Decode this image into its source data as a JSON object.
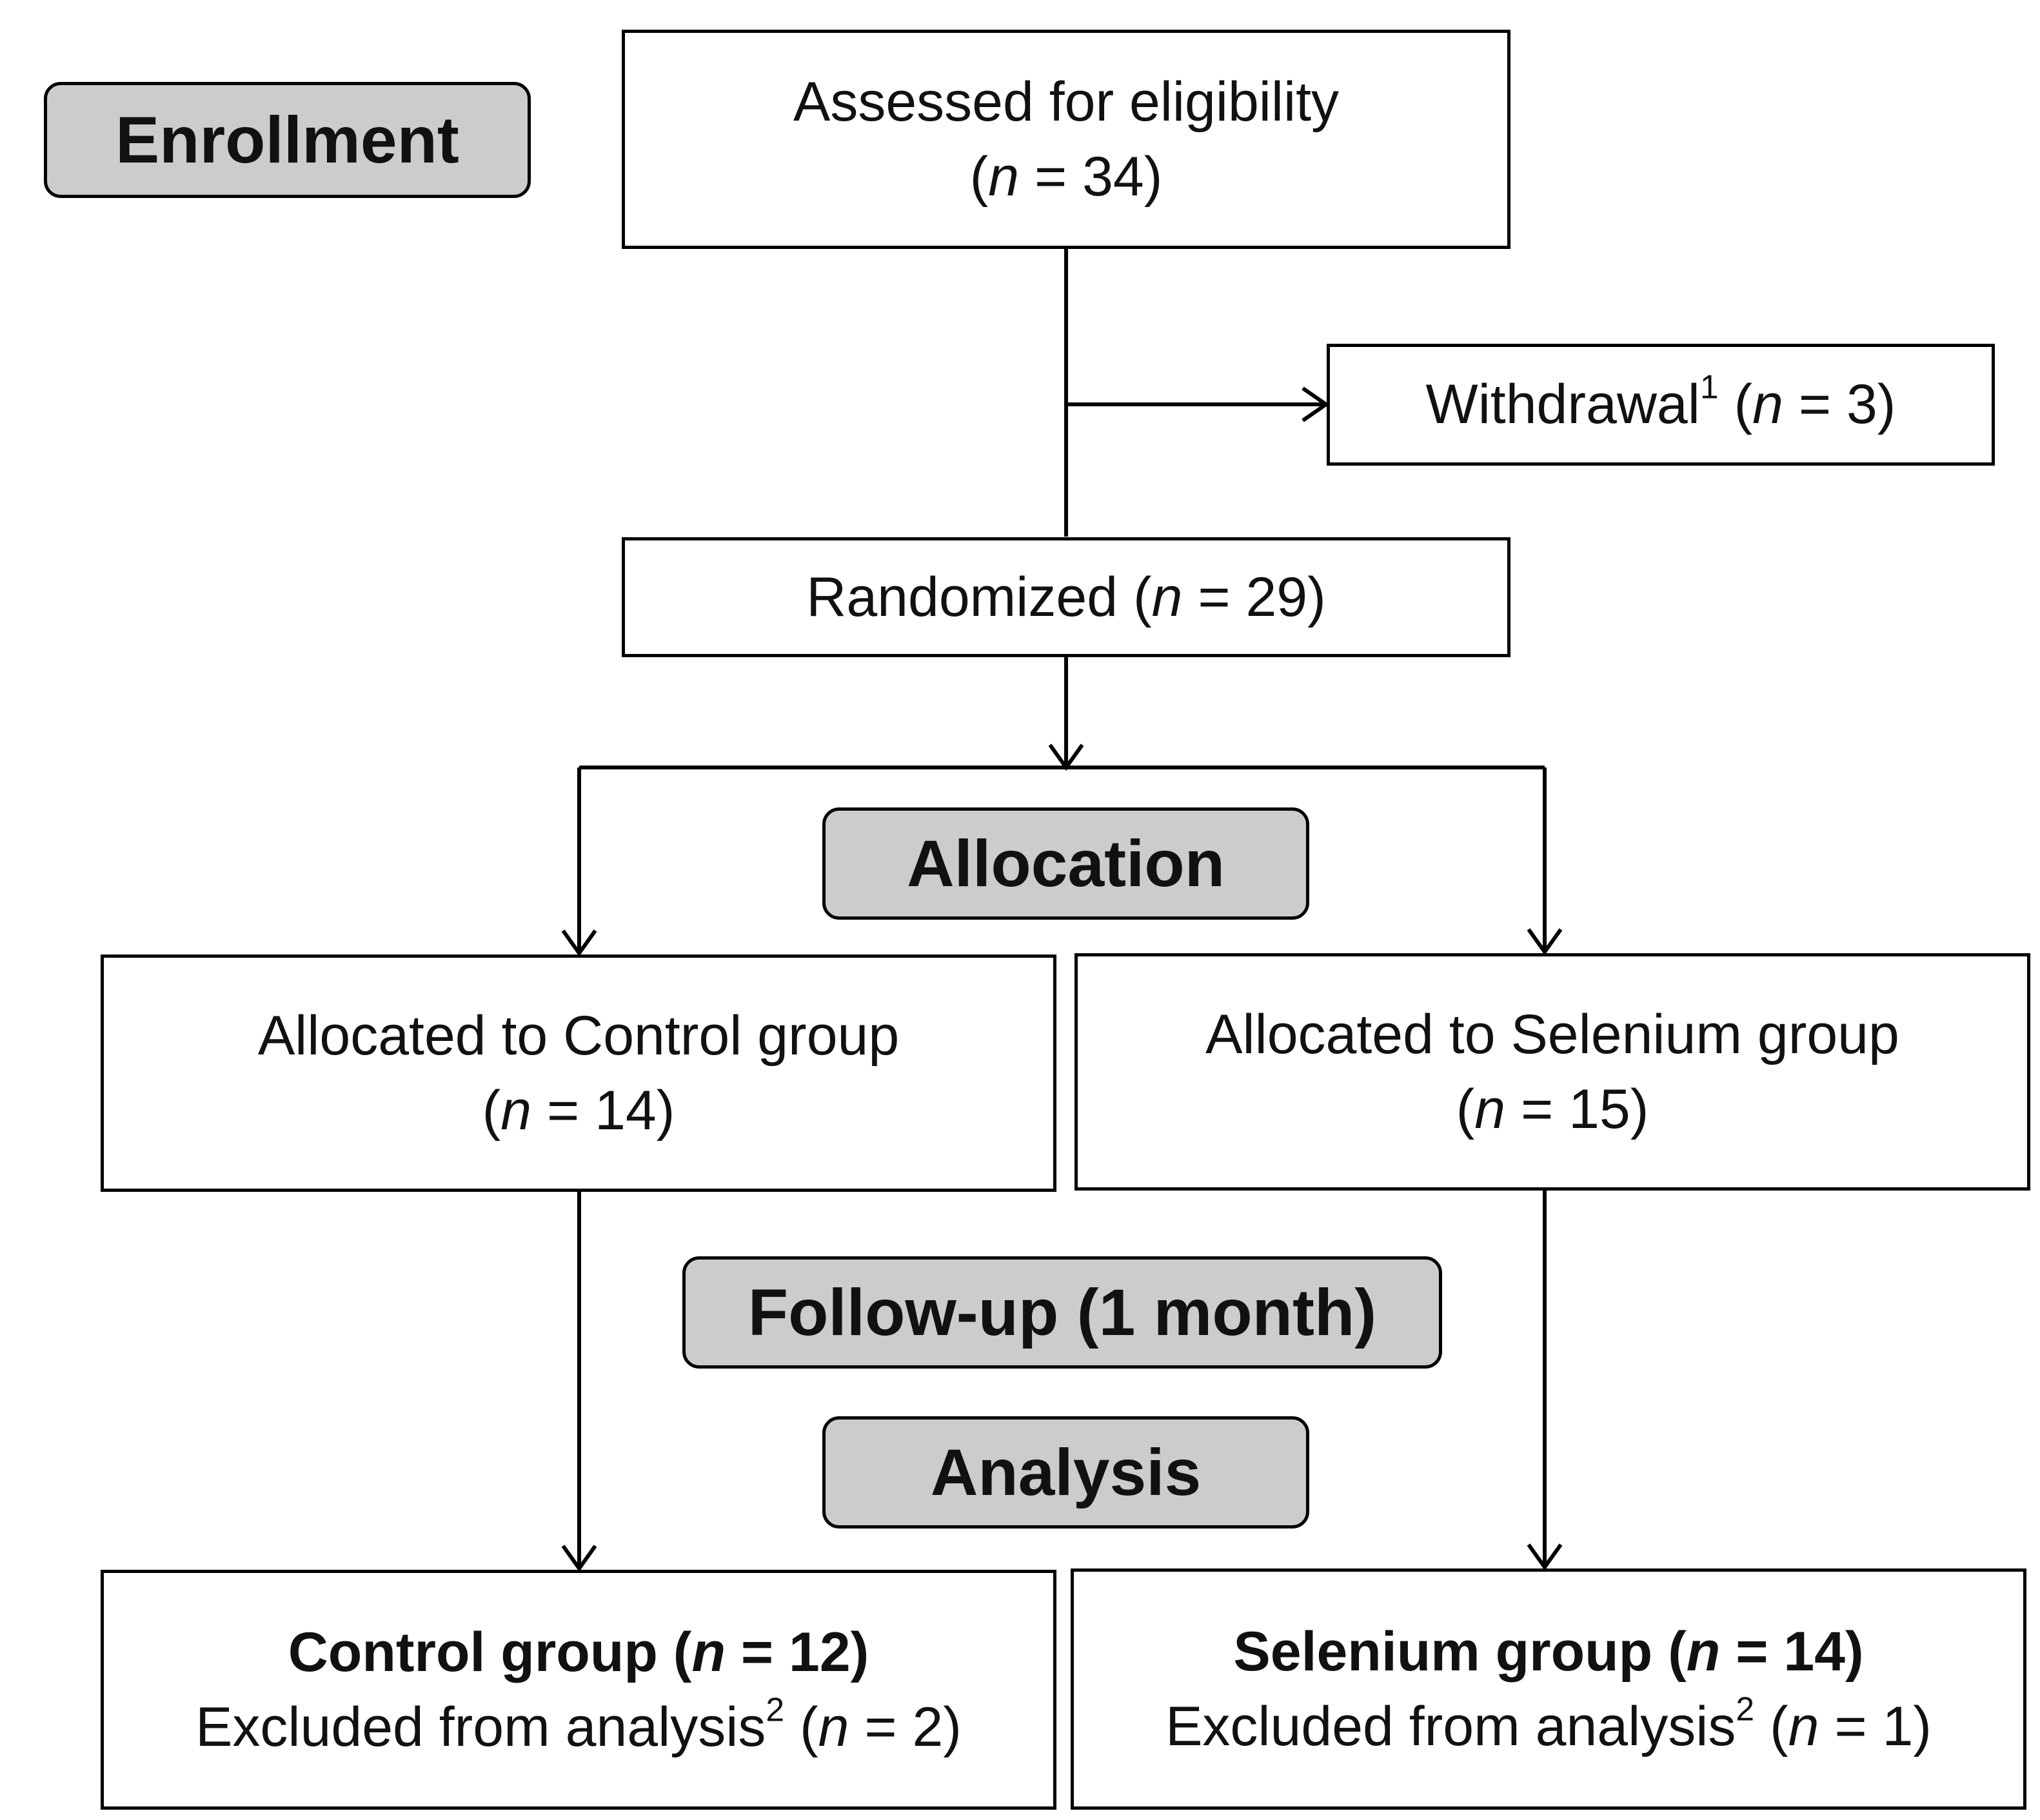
{
  "stages": {
    "enrollment": "Enrollment",
    "allocation": "Allocation",
    "followup": "Follow-up (1 month)",
    "analysis": "Analysis"
  },
  "boxes": {
    "assessed": {
      "label": "Assessed for eligibility",
      "n_open": "(",
      "n_var": "n",
      "n_value": " = 34)"
    },
    "withdrawal": {
      "label": "Withdrawal",
      "sup": "1",
      "n_open": " (",
      "n_var": "n",
      "n_value": " = 3)"
    },
    "randomized": {
      "label": "Randomized",
      "n_open": " (",
      "n_var": "n",
      "n_value": " = 29)"
    },
    "alloc_control": {
      "label": "Allocated to Control group",
      "n_open": "(",
      "n_var": "n",
      "n_value": " = 14)"
    },
    "alloc_selenium": {
      "label": "Allocated to Selenium group",
      "n_open": "(",
      "n_var": "n",
      "n_value": " = 15)"
    },
    "final_control": {
      "title": "Control group",
      "title_n_open": " (",
      "title_n_var": "n",
      "title_n_value": " = 12)",
      "excluded": "Excluded from analysis",
      "excluded_sup": "2",
      "excluded_n_open": " (",
      "excluded_n_var": "n",
      "excluded_n_value": " = 2)"
    },
    "final_selenium": {
      "title": "Selenium group",
      "title_n_open": " (",
      "title_n_var": "n",
      "title_n_value": " = 14)",
      "excluded": "Excluded from analysis",
      "excluded_sup": "2",
      "excluded_n_open": " (",
      "excluded_n_var": "n",
      "excluded_n_value": " = 1)"
    }
  }
}
